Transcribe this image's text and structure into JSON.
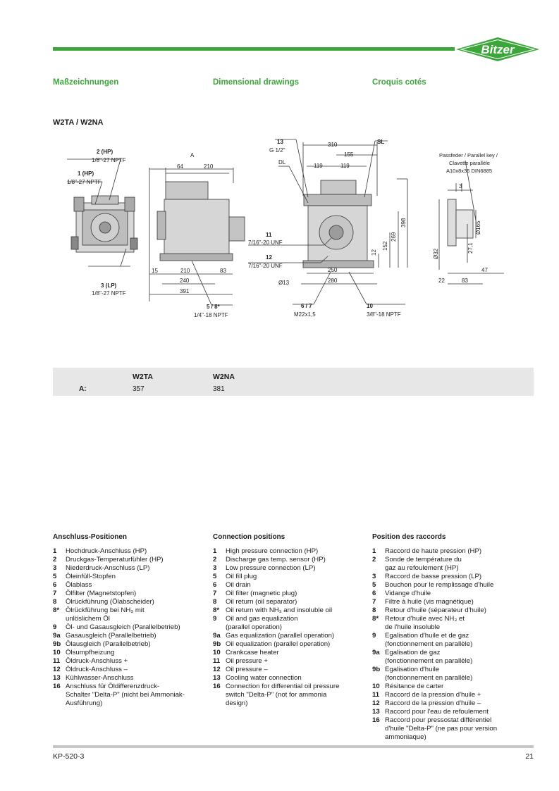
{
  "brand": "Bitzer",
  "colors": {
    "accent": "#3ca63a",
    "table_bg": "#e7e7e7",
    "footer_rule": "#c6c6c6"
  },
  "headers": {
    "de": "Maßzeichnungen",
    "en": "Dimensional drawings",
    "fr": "Croquis cotés"
  },
  "model_title": "W2TA / W2NA",
  "drawing_labels": {
    "side": {
      "l2": "2 (HP)",
      "l2b": "1/8\"-27 NPTF",
      "l1": "1 (HP)",
      "l1b": "1/8\"-27 NPTF",
      "l3": "3 (LP)",
      "l3b": "1/8\"-27 NPTF"
    },
    "front": {
      "A": "A",
      "d64": "64",
      "d210t": "210",
      "d15": "15",
      "d210": "210",
      "d83": "83",
      "d240": "240",
      "d391": "391",
      "l58": "5 / 8*",
      "l58b": "1/4\"-18 NPTF"
    },
    "end": {
      "l13": "13",
      "l13b": "G 1/2\"",
      "d310": "310",
      "sl": "SL",
      "d155": "155",
      "dl": "DL",
      "d119a": "119",
      "d119b": "119",
      "l11": "11",
      "l11b": "7/16\"-20 UNF",
      "l12": "12",
      "l12b": "7/16\"-20 UNF",
      "d250": "250",
      "d280": "280",
      "o13": "Ø13",
      "l67": "6 / 7",
      "l67b": "M22x1,5",
      "l10": "10",
      "l10b": "3/8\"-18 NPTF",
      "d398": "398",
      "d269": "269",
      "d152": "152",
      "d12": "12"
    },
    "shaft": {
      "key1": "Passfeder / Parallel key /",
      "key2": "Clavette parallèle",
      "key3": "A10x8x36   DIN6885",
      "d3": "3",
      "o32": "Ø32",
      "o165": "Ø165",
      "d271": "27,1",
      "d47": "47",
      "d22": "22",
      "d83": "83"
    }
  },
  "table": {
    "columns": [
      "W2TA",
      "W2NA"
    ],
    "row_label": "A:",
    "values": [
      "357",
      "381"
    ]
  },
  "sections": {
    "de": {
      "title": "Anschluss-Positionen",
      "items": [
        {
          "n": "1",
          "t": "Hochdruck-Anschluss (HP)"
        },
        {
          "n": "2",
          "t": "Druckgas-Temperaturfühler (HP)"
        },
        {
          "n": "3",
          "t": "Niederdruck-Anschluss (LP)"
        },
        {
          "n": "5",
          "t": "Öleinfüll-Stopfen"
        },
        {
          "n": "6",
          "t": "Ölablass"
        },
        {
          "n": "7",
          "t": "Ölfilter (Magnetstopfen)"
        },
        {
          "n": "8",
          "t": "Ölrückführung (Ölabscheider)"
        },
        {
          "n": "8*",
          "t": "Ölrückführung bei NH₃ mit\nunlöslichem Öl"
        },
        {
          "n": "9",
          "t": "Öl- und Gasausgleich (Parallelbetrieb)"
        },
        {
          "n": "9a",
          "t": "Gasausgleich (Parallelbetrieb)"
        },
        {
          "n": "9b",
          "t": "Ölausgleich (Parallelbetrieb)"
        },
        {
          "n": "10",
          "t": "Ölsumpfheizung"
        },
        {
          "n": "11",
          "t": "Öldruck-Anschluss +"
        },
        {
          "n": "12",
          "t": "Öldruck-Anschluss –"
        },
        {
          "n": "13",
          "t": "Kühlwasser-Anschluss"
        },
        {
          "n": "16",
          "t": "Anschluss für Öldifferenzdruck-\nSchalter \"Delta-P\" (nicht bei Ammoniak-\nAusführung)"
        }
      ]
    },
    "en": {
      "title": "Connection positions",
      "items": [
        {
          "n": "1",
          "t": "High pressure connection (HP)"
        },
        {
          "n": "2",
          "t": "Discharge gas temp. sensor (HP)"
        },
        {
          "n": "3",
          "t": "Low pressure connection (LP)"
        },
        {
          "n": "5",
          "t": "Oil fill plug"
        },
        {
          "n": "6",
          "t": "Oil drain"
        },
        {
          "n": "7",
          "t": "Oil filter (magnetic plug)"
        },
        {
          "n": "8",
          "t": "Oil return (oil separator)"
        },
        {
          "n": "8*",
          "t": "Oil return with NH₃ and insoluble oil"
        },
        {
          "n": "9",
          "t": "Oil and gas equalization\n(parallel operation)"
        },
        {
          "n": "9a",
          "t": "Gas equalization (parallel operation)"
        },
        {
          "n": "9b",
          "t": "Oil equalization (parallel operation)"
        },
        {
          "n": "10",
          "t": "Crankcase heater"
        },
        {
          "n": "11",
          "t": "Oil pressure +"
        },
        {
          "n": "12",
          "t": "Oil pressure –"
        },
        {
          "n": "13",
          "t": "Cooling water connection"
        },
        {
          "n": "16",
          "t": "Connection for differential oil pressure\nswitch \"Delta-P\" (not for ammonia\ndesign)"
        }
      ]
    },
    "fr": {
      "title": "Position des raccords",
      "items": [
        {
          "n": "1",
          "t": "Raccord de haute pression (HP)"
        },
        {
          "n": "2",
          "t": "Sonde de température du\ngaz au refoulement (HP)"
        },
        {
          "n": "3",
          "t": "Raccord de basse pression (LP)"
        },
        {
          "n": "5",
          "t": "Bouchon pour le remplissage d'huile"
        },
        {
          "n": "6",
          "t": "Vidange d'huile"
        },
        {
          "n": "7",
          "t": "Filtre à huile (vis magnétique)"
        },
        {
          "n": "8",
          "t": "Retour d'huile (séparateur d'huile)"
        },
        {
          "n": "8*",
          "t": "Retour d'huile avec NH₃ et\nde l'huile insoluble"
        },
        {
          "n": "9",
          "t": "Egalisation d'huile et de gaz\n(fonctionnement en parallèle)"
        },
        {
          "n": "9a",
          "t": "Egalisation de gaz\n(fonctionnement en parallèle)"
        },
        {
          "n": "9b",
          "t": "Egalisation d'huile\n(fonctionnement en parallèle)"
        },
        {
          "n": "10",
          "t": "Résitance de carter"
        },
        {
          "n": "11",
          "t": "Raccord de la pression d'huile +"
        },
        {
          "n": "12",
          "t": "Raccord de la pression d'huile –"
        },
        {
          "n": "13",
          "t": "Raccord pour l'eau de refoulement"
        },
        {
          "n": "16",
          "t": "Raccord pour pressostat différentiel\nd'huile \"Delta-P\" (ne pas pour version\nammoniaque)"
        }
      ]
    }
  },
  "footer": {
    "doc_id": "KP-520-3",
    "page": "21"
  }
}
